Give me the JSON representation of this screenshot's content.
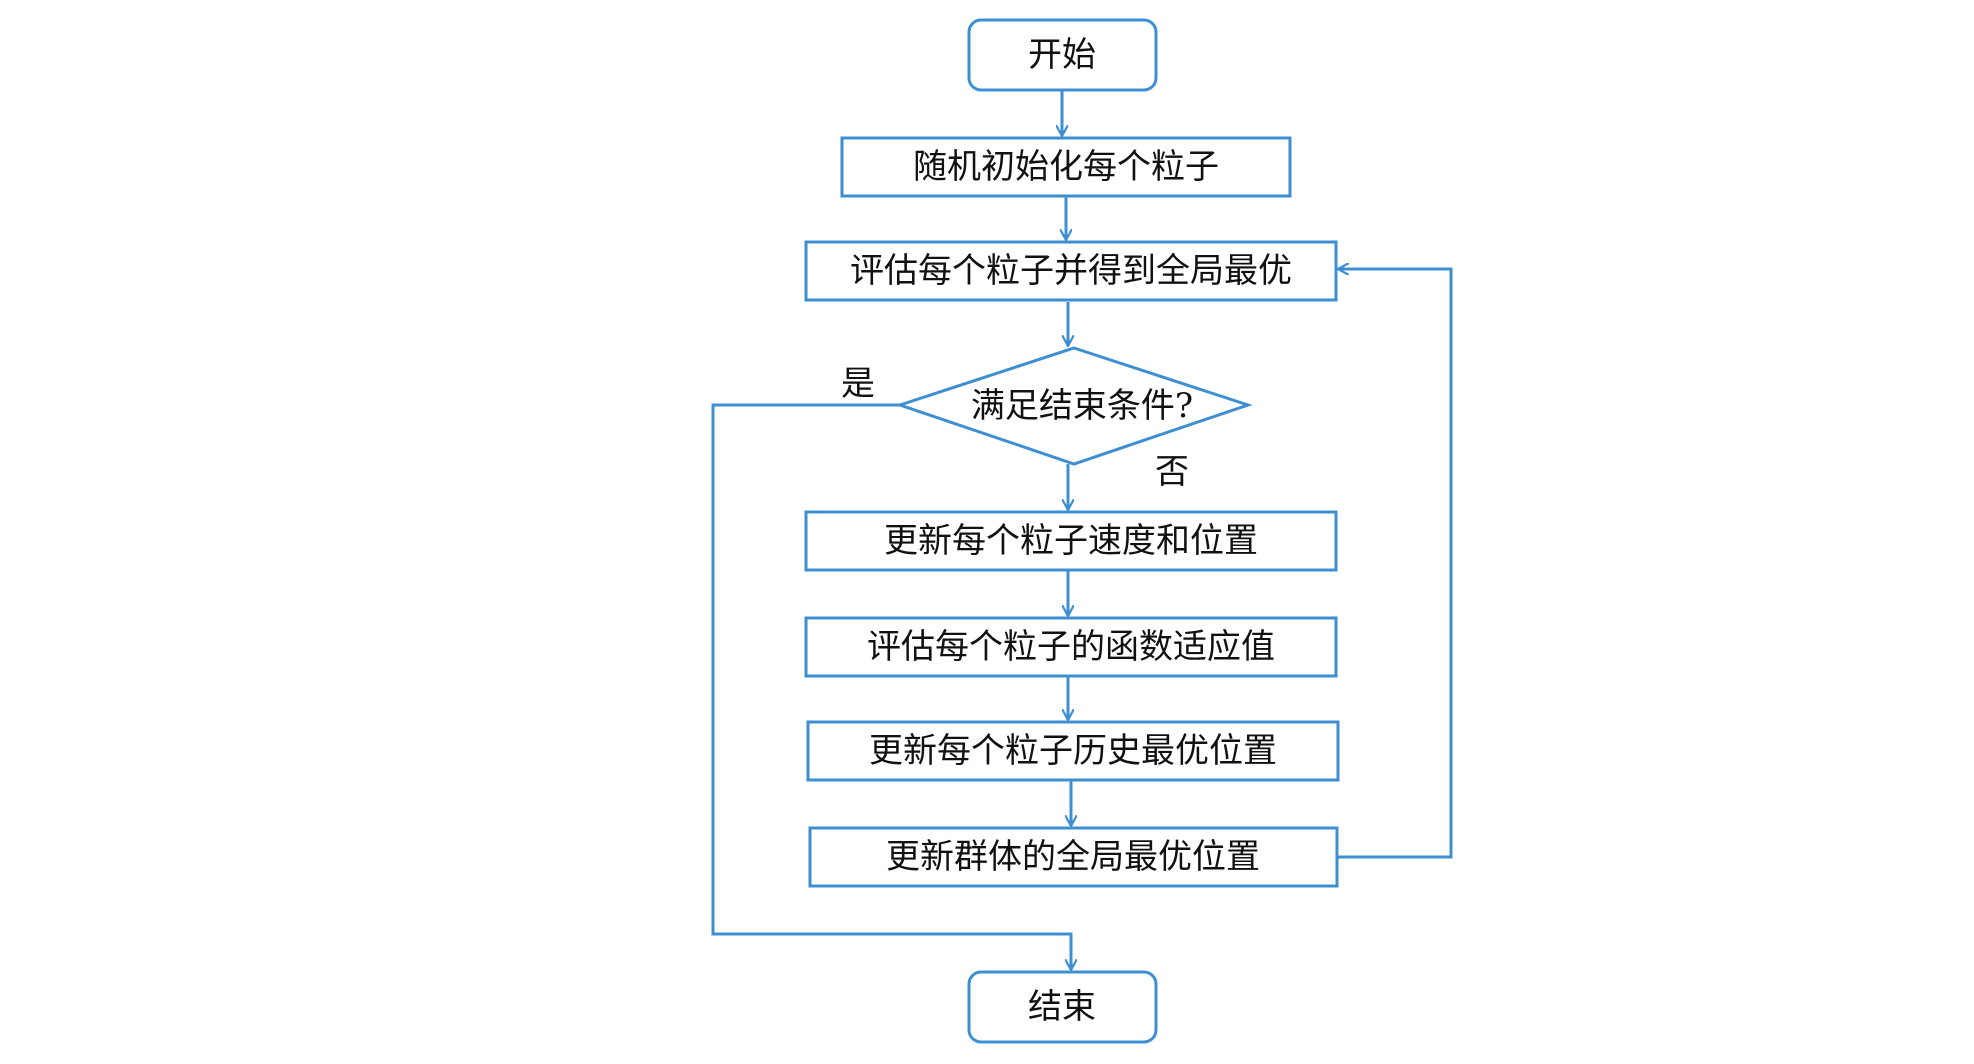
{
  "flowchart": {
    "start": "开始",
    "init": "随机初始化每个粒子",
    "evaluate_global": "评估每个粒子并得到全局最优",
    "decision": "满足结束条件?",
    "update_velocity": "更新每个粒子速度和位置",
    "evaluate_fitness": "评估每个粒子的函数适应值",
    "update_personal_best": "更新每个粒子历史最优位置",
    "update_global_best": "更新群体的全局最优位置",
    "end": "结束",
    "label_yes": "是",
    "label_no": "否"
  },
  "colors": {
    "stroke": "#3d8fd1",
    "text": "#111111"
  }
}
